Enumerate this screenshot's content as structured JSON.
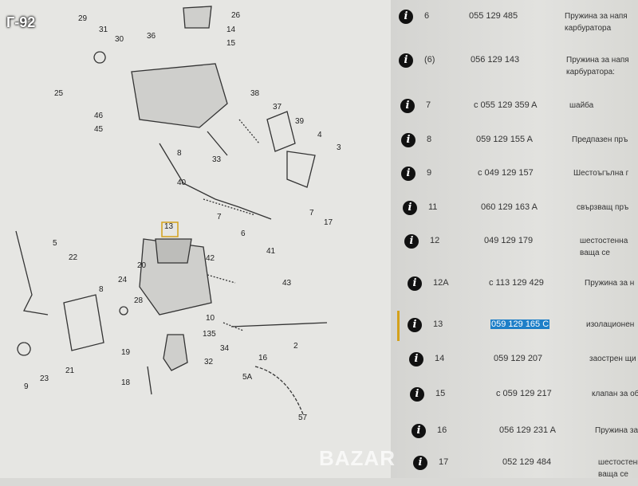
{
  "badge": "Г-92",
  "watermark": "BAZAR",
  "diagram_labels": [
    "29",
    "31",
    "30",
    "36",
    "14",
    "15",
    "26",
    "25",
    "46",
    "45",
    "8",
    "33",
    "38",
    "37",
    "39",
    "4",
    "3",
    "40",
    "7",
    "6",
    "41",
    "7",
    "17",
    "13",
    "42",
    "43",
    "5",
    "22",
    "20",
    "24",
    "8",
    "10",
    "135",
    "34",
    "16",
    "2",
    "5A",
    "19",
    "32",
    "18",
    "9",
    "23",
    "21",
    "57",
    "28"
  ],
  "parts": [
    {
      "pos": "6",
      "number": "055 129 485",
      "desc": "Пружина за напя",
      "desc2": "карбуратора"
    },
    {
      "pos": "(6)",
      "number": "056 129 143",
      "desc": "Пружина за напя",
      "desc2": "карбуратора:"
    },
    {
      "pos": "7",
      "number": "c 055 129 359 A",
      "desc": "шайба",
      "desc2": ""
    },
    {
      "pos": "8",
      "number": "059 129 155 A",
      "desc": "Предпазен пръ",
      "desc2": ""
    },
    {
      "pos": "9",
      "number": "c 049 129 157",
      "desc": "Шестоъгълна г",
      "desc2": ""
    },
    {
      "pos": "11",
      "number": "060 129 163 A",
      "desc": "свързващ пръ",
      "desc2": ""
    },
    {
      "pos": "12",
      "number": "049 129 179",
      "desc": "шестостенна",
      "desc2": "ваща се"
    },
    {
      "pos": "12A",
      "number": "c 113 129 429",
      "desc": "Пружина за н",
      "desc2": ""
    },
    {
      "pos": "13",
      "number": "059 129 165 C",
      "desc": "изолационен",
      "desc2": "",
      "selected": true
    },
    {
      "pos": "14",
      "number": "059 129 207",
      "desc": "заострен щи",
      "desc2": ""
    },
    {
      "pos": "15",
      "number": "c 059 129 217",
      "desc": "клапан за об",
      "desc2": ""
    },
    {
      "pos": "16",
      "number": "056 129 231 A",
      "desc": "Пружина за",
      "desc2": ""
    },
    {
      "pos": "17",
      "number": "052 129 484",
      "desc": "шестостенна",
      "desc2": "ваща се"
    }
  ],
  "info_icon": "i"
}
